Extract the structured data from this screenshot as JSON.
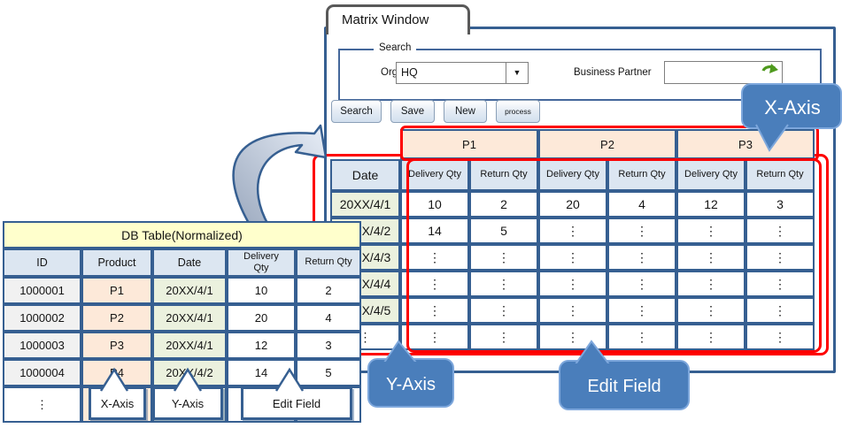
{
  "window": {
    "tab_title": "Matrix Window"
  },
  "search_panel": {
    "legend": "Search",
    "org_label": "Org",
    "org_value": "HQ",
    "business_partner_label": "Business Partner",
    "business_partner_value": ""
  },
  "toolbar": {
    "buttons": [
      "Search",
      "Save",
      "New",
      "process"
    ]
  },
  "matrix": {
    "date_header": "Date",
    "product_groups": [
      "P1",
      "P2",
      "P3"
    ],
    "measure_headers": [
      "Delivery Qty",
      "Return Qty"
    ],
    "rows": [
      {
        "date": "20XX/4/1",
        "values": [
          "10",
          "2",
          "20",
          "4",
          "12",
          "3"
        ]
      },
      {
        "date": "20XX/4/2",
        "values": [
          "14",
          "5",
          "⋮",
          "⋮",
          "⋮",
          "⋮"
        ]
      },
      {
        "date": "20XX/4/3",
        "values": [
          "⋮",
          "⋮",
          "⋮",
          "⋮",
          "⋮",
          "⋮"
        ]
      },
      {
        "date": "20XX/4/4",
        "values": [
          "⋮",
          "⋮",
          "⋮",
          "⋮",
          "⋮",
          "⋮"
        ]
      },
      {
        "date": "20XX/4/5",
        "values": [
          "⋮",
          "⋮",
          "⋮",
          "⋮",
          "⋮",
          "⋮"
        ]
      },
      {
        "date": "⋮",
        "values": [
          "⋮",
          "⋮",
          "⋮",
          "⋮",
          "⋮",
          "⋮"
        ]
      }
    ]
  },
  "db_table": {
    "title": "DB Table(Normalized)",
    "headers": [
      "ID",
      "Product",
      "Date",
      "Delivery Qty",
      "Return Qty"
    ],
    "rows": [
      [
        "1000001",
        "P1",
        "20XX/4/1",
        "10",
        "2"
      ],
      [
        "1000002",
        "P2",
        "20XX/4/1",
        "20",
        "4"
      ],
      [
        "1000003",
        "P3",
        "20XX/4/1",
        "12",
        "3"
      ],
      [
        "1000004",
        "P4",
        "20XX/4/2",
        "14",
        "5"
      ],
      [
        "⋮",
        "",
        "",
        "",
        ""
      ]
    ],
    "column_callouts": {
      "x_axis": "X-Axis",
      "y_axis": "Y-Axis",
      "edit_field": "Edit Field"
    }
  },
  "annotations": {
    "x_axis_bubble": "X-Axis",
    "y_axis_bubble": "Y-Axis",
    "edit_field_bubble": "Edit Field"
  },
  "icons": {
    "combo_dropdown": "▼",
    "refresh": "refresh-icon"
  },
  "colors": {
    "accent_border": "#365f91",
    "header_blue": "#dce6f1",
    "product_peach": "#fde9d9",
    "date_green": "#ebf1de",
    "title_yellow": "#ffffcc",
    "highlight_red": "#fe0000",
    "bubble_blue": "#4a7ebb"
  }
}
